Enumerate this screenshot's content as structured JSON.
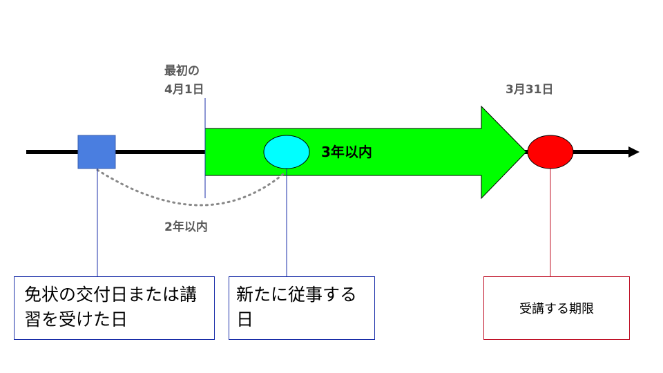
{
  "labels": {
    "first_april": "最初の\n4月1日",
    "march31": "3月31日",
    "within_3_years": "3年以内",
    "within_2_years": "2年以内"
  },
  "boxes": {
    "license_issue": "免状の交付日または講習を受けた日",
    "new_engagement": "新たに従事する日",
    "deadline": "受講する期限"
  },
  "colors": {
    "arrow_fill": "#00ff00",
    "license_marker": "#4a7ee0",
    "engagement_marker": "#00ffff",
    "deadline_marker": "#ff0000",
    "blue_line": "#1a2ea8",
    "red_line": "#c0142a"
  }
}
